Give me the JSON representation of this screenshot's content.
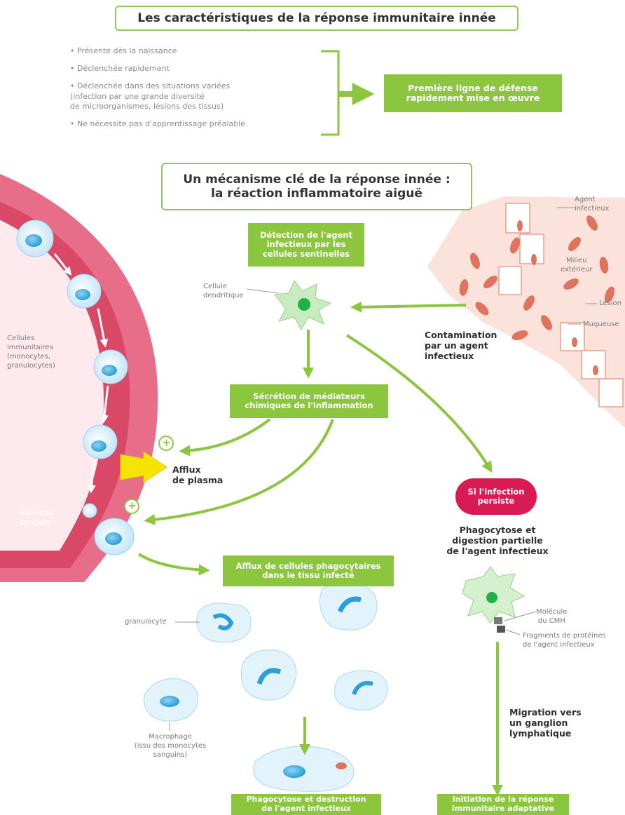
{
  "title1": "Les caractéristiques de la réponse immunitaire innée",
  "characteristics": [
    "• Présente dès la naissance",
    "• Déclenchée rapidement",
    "• Déclenchée dans des situations variées",
    "(infection par une grande diversité",
    "de microorganismes, lésions des tissus)",
    "• Ne nécessite pas d'apprentissage préalable"
  ],
  "first_line": [
    "Première ligne de défense",
    "rapidement mise en œuvre"
  ],
  "title2": [
    "Un mécanisme clé de la réponse innée :",
    "la réaction inflammatoire aiguë"
  ],
  "detection": [
    "Détection de l'agent",
    "infectieux par les",
    "cellules sentinelles"
  ],
  "cellule_dendritique": [
    "Cellule",
    "dendritique"
  ],
  "secretion": [
    "Sécrétion de médiateurs",
    "chimiques de l'inflammation"
  ],
  "afflux_plasma": [
    "Afflux",
    "de plasma"
  ],
  "afflux_cellules": [
    "Afflux de cellules phagocytaires",
    "dans le tissu infecté"
  ],
  "phagocytose_destruction": [
    "Phagocytose et destruction",
    "de l'agent infectieux"
  ],
  "contamination": [
    "Contamination",
    "par un agent",
    "infectieux"
  ],
  "agent_infectieux": "Agent infectieux",
  "milieu_exterieur": [
    "Milieu",
    "extérieur"
  ],
  "lesion": "Lésion",
  "muqueuse": "Muqueuse",
  "si_infection": [
    "Si l'infection",
    "persiste"
  ],
  "phagocytose_partielle": [
    "Phagocytose et",
    "digestion partielle",
    "de l'agent infectieux"
  ],
  "molecule_cmh": [
    "Molécule",
    "du CMH"
  ],
  "fragments": [
    "Fragments de protéines",
    "de l'agent infectieux"
  ],
  "migration": [
    "Migration vers",
    "un ganglion",
    "lymphatique"
  ],
  "initiation": [
    "Initiation de la réponse",
    "immunitaire adaptative"
  ],
  "cellules_immunitaires": [
    "Cellules",
    "immunitaires",
    "(monocytes,",
    "granulocytes)"
  ],
  "vaisseau": [
    "Vaisseau",
    "sanguin"
  ],
  "granulocyte": "granulocyte",
  "macrophage": [
    "Macrophage",
    "(issu des monocytes",
    "sanguins)"
  ],
  "plus_sign": "+",
  "colors": {
    "green": "#8cc63f",
    "pink_vessel": "#e05a78",
    "pink_badge": "#d91a55",
    "cell_blue": "#cfe8f7",
    "dendritic_green": "#c8ebc0",
    "bacteria": "#e0735e",
    "yellow_arrow": "#f5e400"
  }
}
